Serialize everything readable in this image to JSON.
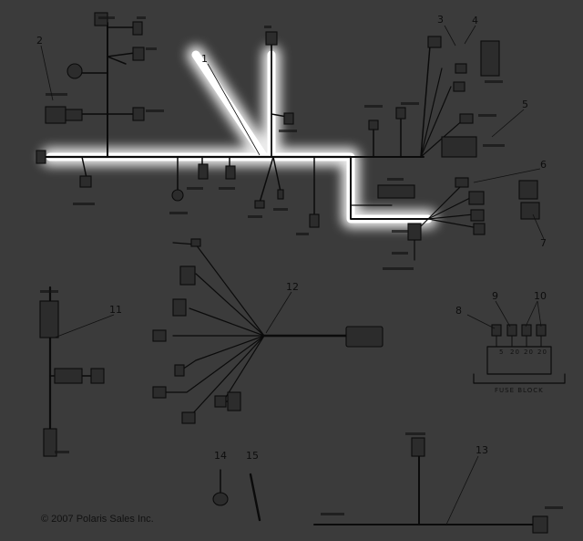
{
  "callouts": [
    "1",
    "2",
    "3",
    "4",
    "5",
    "6",
    "7",
    "8",
    "9",
    "10",
    "11",
    "12",
    "13",
    "14",
    "15"
  ],
  "fuse_block_label": "FUSE BLOCK",
  "fuse_numbers": [
    "5",
    "20",
    "20",
    "20"
  ],
  "copyright": "© 2007 Polaris Sales Inc."
}
